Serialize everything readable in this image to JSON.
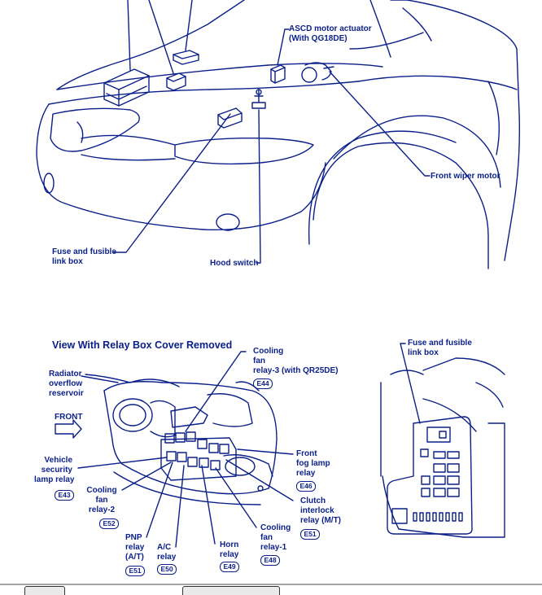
{
  "colors": {
    "ink": "#0a1f8a",
    "background": "#ffffff"
  },
  "top_callouts": {
    "asc_motor": "ASCD motor actuator\n(With QG18DE)",
    "wiper_motor": "Front wiper motor",
    "fuse_box": "Fuse and fusible\nlink box",
    "hood_switch": "Hood switch"
  },
  "relay_view": {
    "title": "View With Relay Box Cover Removed",
    "front_label": "FRONT",
    "labels": {
      "radiator": "Radiator\noverflow\nreservoir",
      "cooling_fan_3": "Cooling\nfan\nrelay-3 (with QR25DE)",
      "vehicle_security": "Vehicle\nsecurity\nlamp relay",
      "front_fog": "Front\nfog lamp\nrelay",
      "cooling_fan_2": "Cooling\nfan\nrelay-2",
      "clutch_interlock": "Clutch\ninterlock\nrelay (M/T)",
      "cooling_fan_1": "Cooling\nfan\nrelay-1",
      "pnp": "PNP\nrelay\n(A/T)",
      "ac": "A/C\nrelay",
      "horn": "Horn\nrelay"
    },
    "connectors": {
      "e44": "E44",
      "e43": "E43",
      "e46": "E46",
      "e52": "E52",
      "e51a": "E51",
      "e48": "E48",
      "e51b": "E51",
      "e50": "E50",
      "e49": "E49"
    }
  },
  "side_view": {
    "fuse_box": "Fuse and fusible\nlink box"
  }
}
